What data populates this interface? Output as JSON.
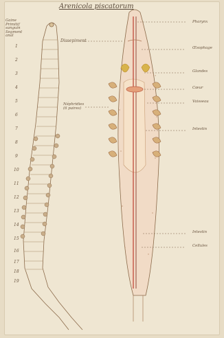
{
  "title": "Arenicola piscatorum",
  "labels": {
    "top_left": [
      "Gaine",
      "Primitif",
      "sanguin",
      "Segment",
      "anal"
    ],
    "dissepiment": "Dissepiment",
    "nephridies": [
      "Néphridies",
      "(6 paires)"
    ],
    "right": [
      "Pharynx",
      "Œsophage",
      "Glandes",
      "Cœur",
      "Vaisseau",
      "Intestin",
      "Intestin",
      "Cellules"
    ]
  },
  "segment_numbers": [
    "1",
    "2",
    "3",
    "4",
    "5",
    "6",
    "7",
    "8",
    "9",
    "10",
    "11",
    "12",
    "13",
    "14",
    "15",
    "16",
    "17",
    "18",
    "19"
  ]
}
